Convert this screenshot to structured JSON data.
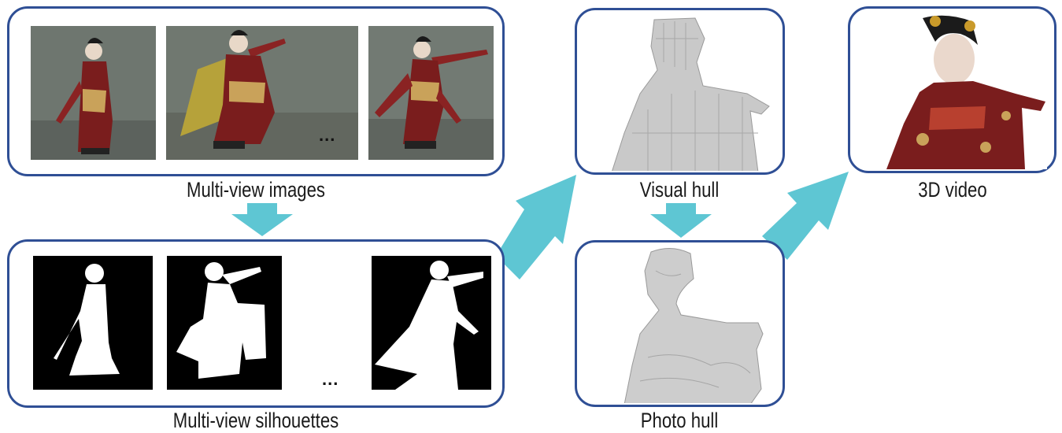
{
  "labels": {
    "multiview_images": "Multi-view images",
    "multiview_silhouettes": "Multi-view silhouettes",
    "visual_hull": "Visual hull",
    "photo_hull": "Photo hull",
    "video_3d": "3D video"
  },
  "ellipsis": "...",
  "colors": {
    "box_border": "#2f4f95",
    "arrow": "#5ec6d3",
    "photo_bg": "#6e766f",
    "silhouette_bg": "#000000",
    "silhouette_fg": "#ffffff",
    "hull_gray": "#c9c9c9"
  }
}
